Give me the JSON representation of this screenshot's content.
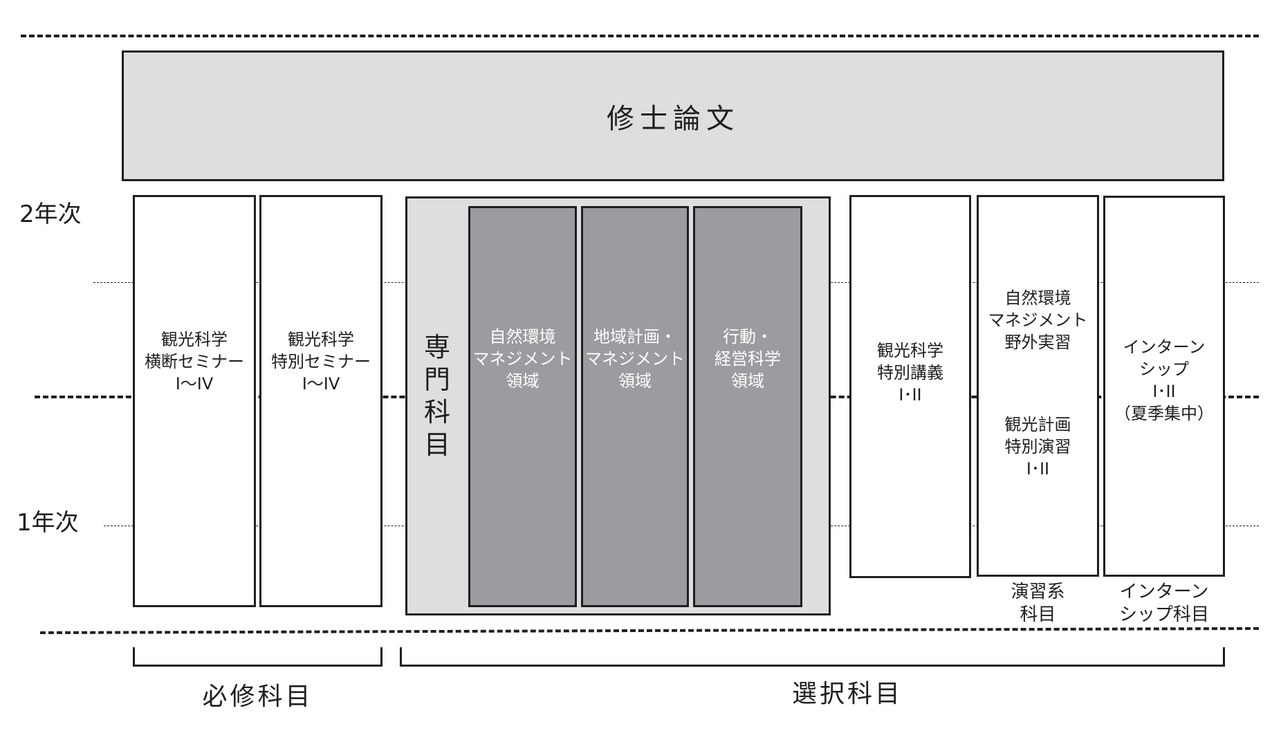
{
  "thesis": "修士論文",
  "years": {
    "year2": "2年次",
    "year1": "1年次"
  },
  "required": {
    "cross_seminar": "観光科学\n横断セミナー\nI〜IV",
    "special_seminar": "観光科学\n特別セミナー\nI〜IV"
  },
  "specialized": {
    "label": "専\n門\n科\n目",
    "areas": [
      "自然環境\nマネジメント\n領域",
      "地域計画・\nマネジメント\n領域",
      "行動・\n経営科学\n領域"
    ]
  },
  "lecture": "観光科学\n特別講義\nI･II",
  "practice": {
    "field": "自然環境\nマネジメント\n野外実習",
    "planning": "観光計画\n特別演習\nI･II",
    "caption": "演習系\n科目"
  },
  "internship": {
    "box": "インターン\nシップ\nI･II\n（夏季集中）",
    "caption": "インターン\nシップ科目"
  },
  "groups": {
    "required": "必修科目",
    "elective": "選択科目"
  }
}
